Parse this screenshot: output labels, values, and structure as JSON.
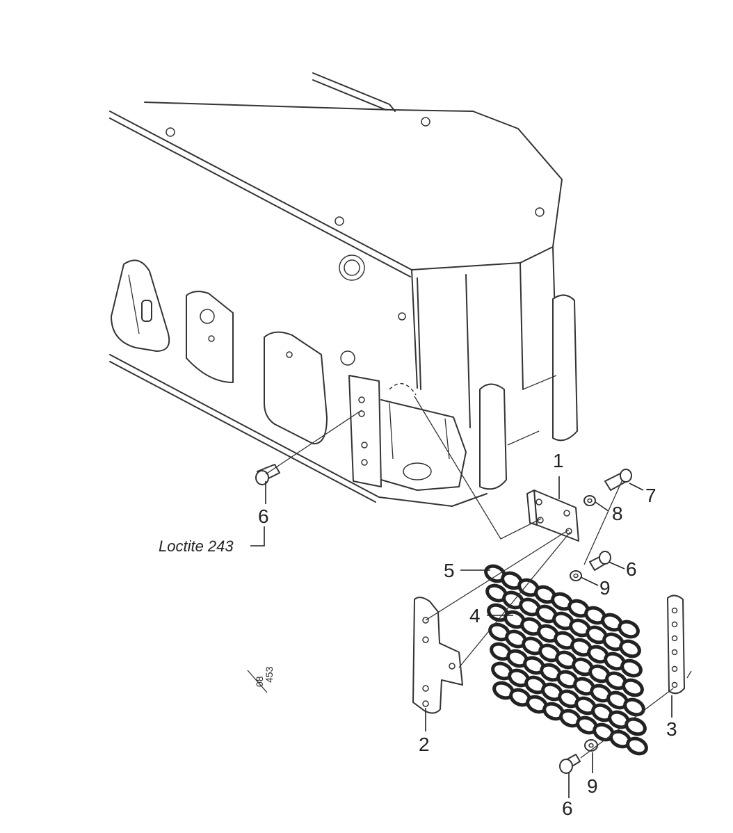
{
  "callouts": {
    "c1": "1",
    "c2": "2",
    "c3": "3",
    "c4": "4",
    "c5": "5",
    "c6_left": "6",
    "c6_right": "6",
    "c6_bottom": "6",
    "c7": "7",
    "c8": "8",
    "c9_right": "9",
    "c9_bottom": "9"
  },
  "note": "Loctite 243",
  "drawing_ref": {
    "numerator": "08",
    "denominator": "453"
  },
  "icons": {
    "boom": "boom-arm-assembly-icon",
    "chain": "lifting-chain-icon",
    "screw": "cap-screw-icon",
    "washer": "washer-icon"
  }
}
